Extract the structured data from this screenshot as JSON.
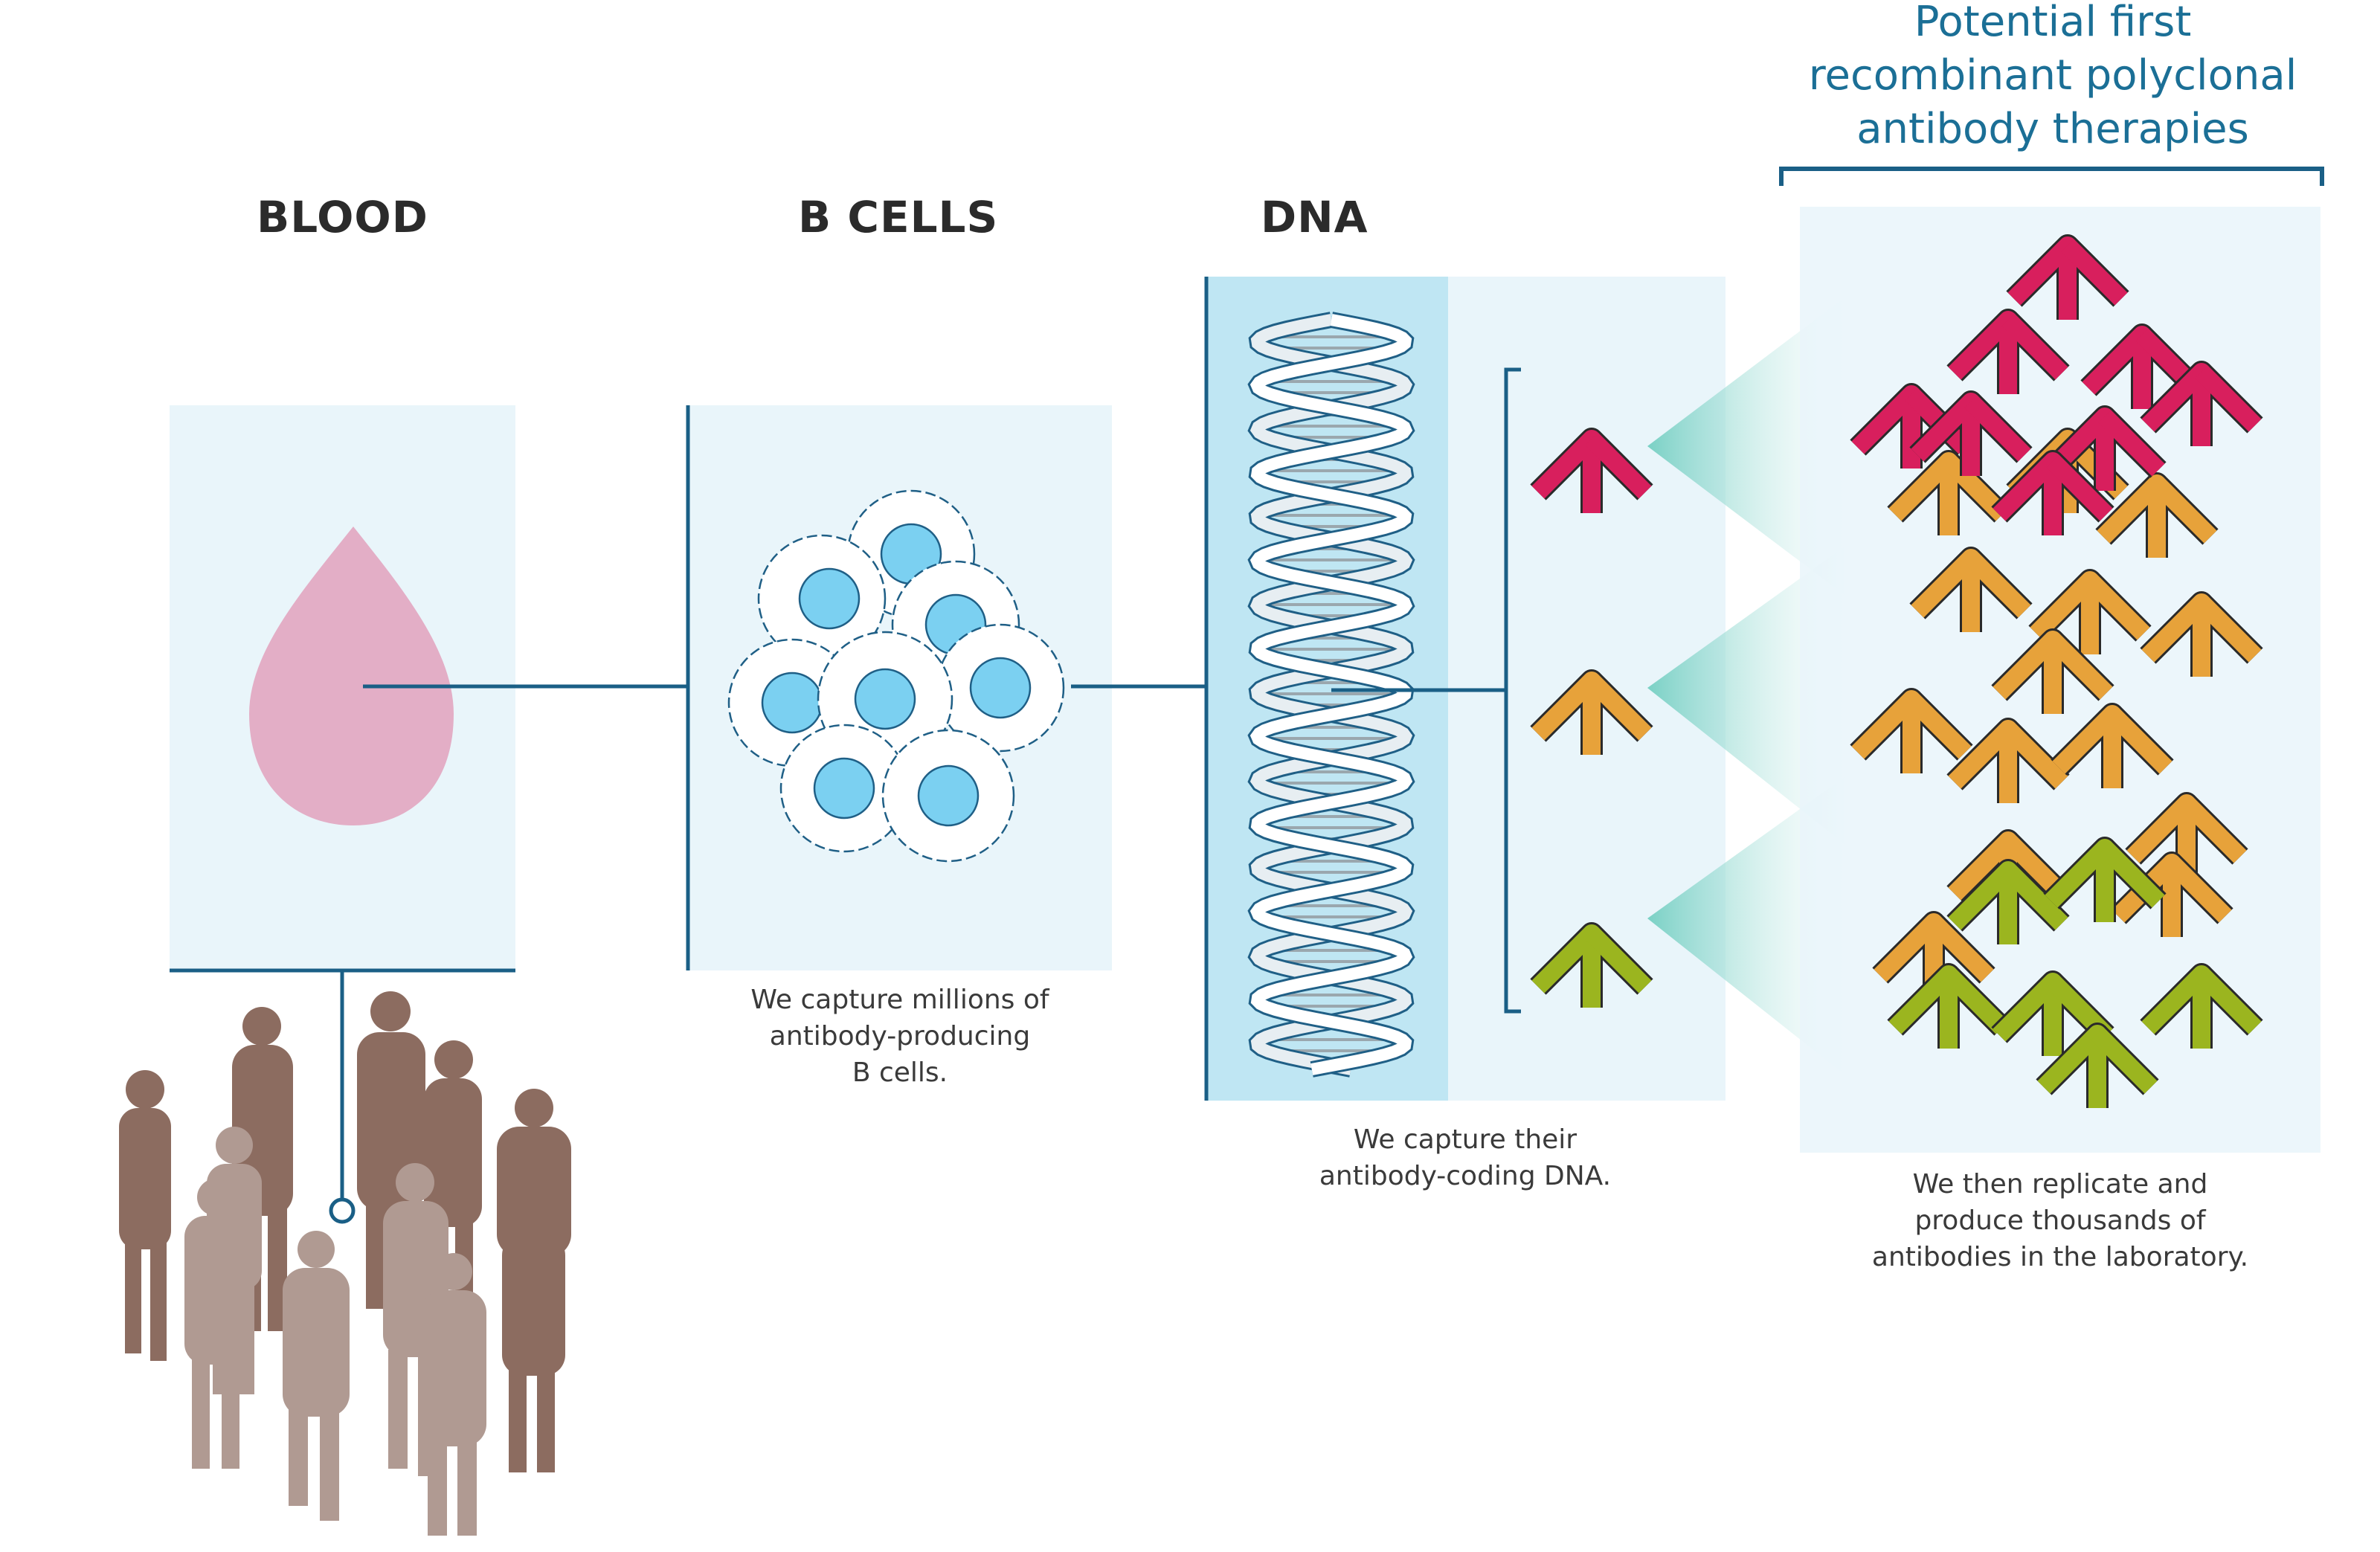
{
  "headings": {
    "blood": "BLOOD",
    "b_cells": "B CELLS",
    "dna": "DNA"
  },
  "title_lines": [
    "Potential first",
    "recombinant polyclonal",
    "antibody therapies"
  ],
  "captions": {
    "b_cells": [
      "We capture millions of",
      "antibody-producing",
      "B cells."
    ],
    "dna": [
      "We capture their",
      "antibody-coding DNA."
    ],
    "lab": [
      "We then replicate and",
      "produce thousands of",
      "antibodies in the laboratory."
    ]
  },
  "colors": {
    "panel": "#e9f5fa",
    "dna_panel": "#bfe6f3",
    "connector": "#1a5f86",
    "title": "#1b6f96",
    "blood_drop": "#e3aec6",
    "cell_nucleus": "#7bd0f1",
    "antibody_magenta": "#d81f5d",
    "antibody_orange": "#e7a23a",
    "antibody_green": "#9bb51f",
    "people_dark": "#8c6c60",
    "people_light": "#b09a92",
    "beam": "#8fd6cc"
  },
  "icons": [
    "blood-drop-icon",
    "b-cell-icon",
    "dna-helix-icon",
    "antibody-icon",
    "people-silhouette-icon"
  ]
}
